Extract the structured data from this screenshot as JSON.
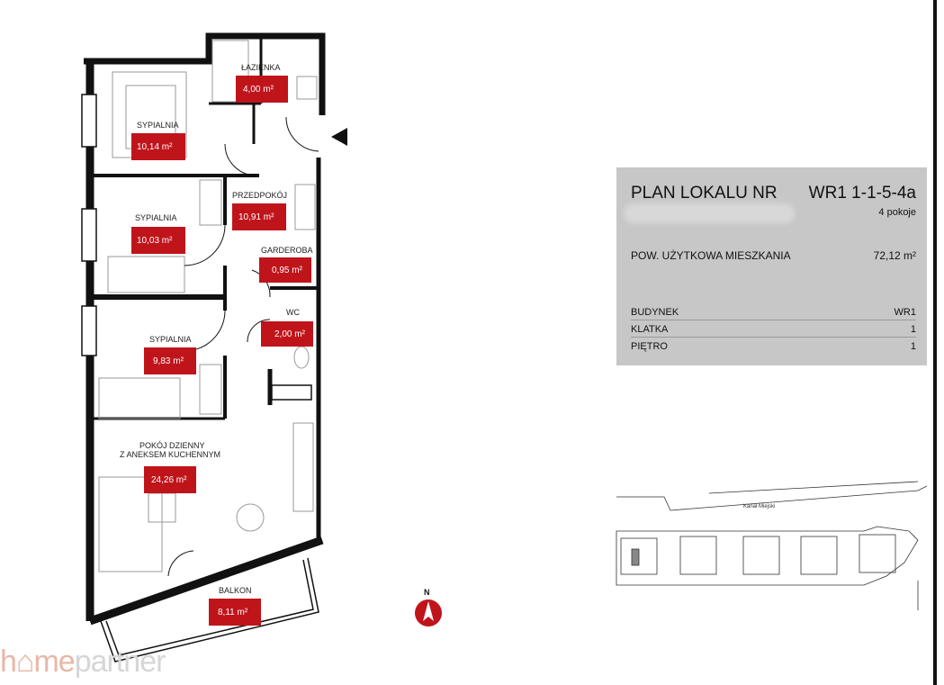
{
  "rooms": [
    {
      "name": "ŁAZIENKA",
      "area": "4,00 m²"
    },
    {
      "name": "SYPIALNIA",
      "area": "10,14 m²"
    },
    {
      "name": "PRZEDPOKÓJ",
      "area": "10,91 m²"
    },
    {
      "name": "SYPIALNIA",
      "area": "10,03 m²"
    },
    {
      "name": "GARDEROBA",
      "area": "0,95 m²"
    },
    {
      "name": "WC",
      "area": "2,00 m²"
    },
    {
      "name": "SYPIALNIA",
      "area": "9,83 m²"
    },
    {
      "name": "POKÓJ DZIENNY",
      "name2": "Z ANEKSEM KUCHENNYM",
      "area": "24,26 m²"
    },
    {
      "name": "BALKON",
      "area": "8,11 m²"
    }
  ],
  "compass": {
    "letter": "N"
  },
  "info": {
    "title": "PLAN LOKALU NR",
    "code": "WR1 1-1-5-4a",
    "rooms_count": "4 pokoje",
    "area_label": "POW. UŻYTKOWA MIESZKANIA",
    "area_value": "72,12 m²",
    "rows": [
      {
        "label": "BUDYNEK",
        "value": "WR1"
      },
      {
        "label": "KLATKA",
        "value": "1"
      },
      {
        "label": "PIĘTRO",
        "value": "1"
      }
    ]
  },
  "site_map": {
    "street": "Kanał Miejski"
  },
  "logo": {
    "part1": "h",
    "part2": "me",
    "part3": "partner"
  },
  "colors": {
    "accent": "#c0141b",
    "panel": "#c7c7c7",
    "wall": "#111111"
  }
}
